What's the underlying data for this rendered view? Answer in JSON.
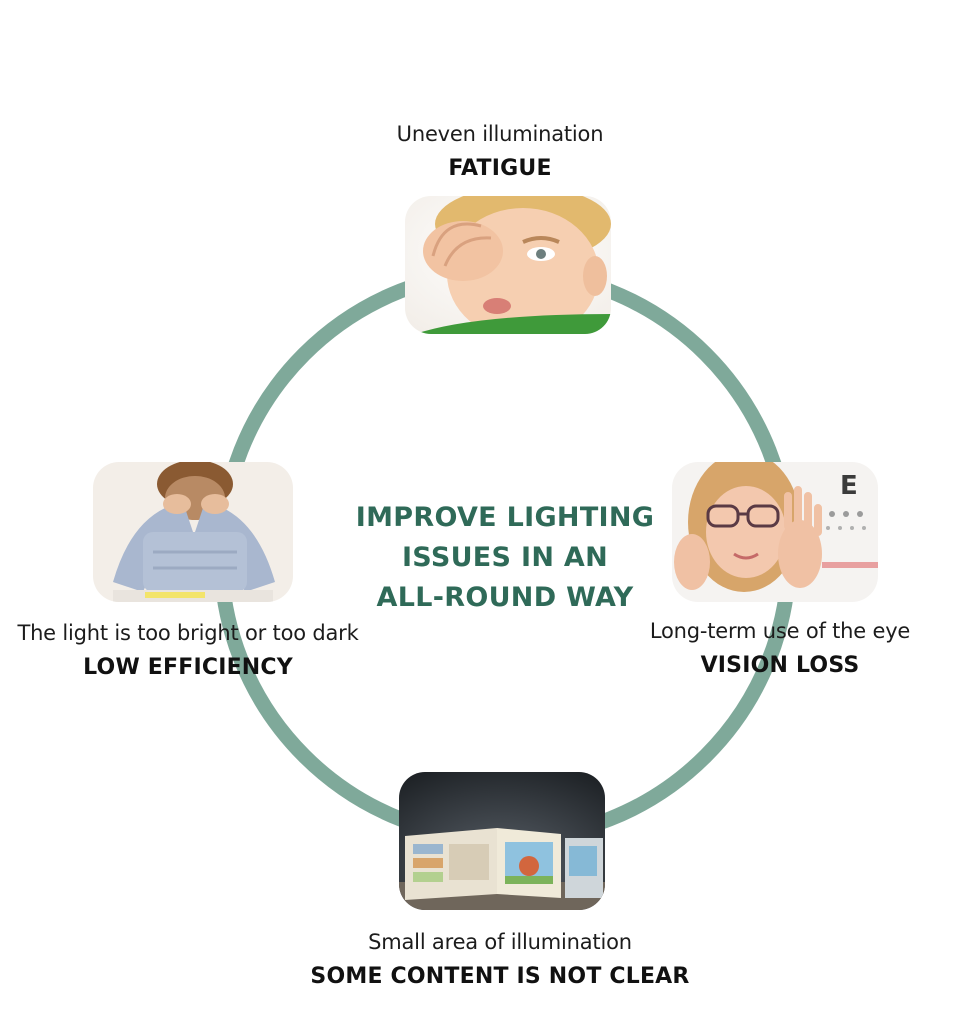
{
  "center": {
    "line1": "IMPROVE LIGHTING",
    "line2": "ISSUES IN AN",
    "line3": "ALL-ROUND WAY"
  },
  "nodes": {
    "top": {
      "subtitle": "Uneven illumination",
      "title": "FATIGUE"
    },
    "left": {
      "subtitle": "The light is too bright or too dark",
      "title": "LOW EFFICIENCY"
    },
    "right": {
      "subtitle": "Long-term use of the eye",
      "title": "VISION LOSS"
    },
    "bottom": {
      "subtitle": "Small area of illumination",
      "title": "SOME CONTENT IS NOT CLEAR"
    }
  },
  "colors": {
    "ring": "#7fa99a",
    "center_text": "#2f6a58"
  },
  "icons": {
    "top": "child-rubbing-eye-photo",
    "left": "child-head-in-hands-photo",
    "right": "girl-glasses-eye-chart-photo",
    "bottom": "book-dim-light-photo"
  }
}
